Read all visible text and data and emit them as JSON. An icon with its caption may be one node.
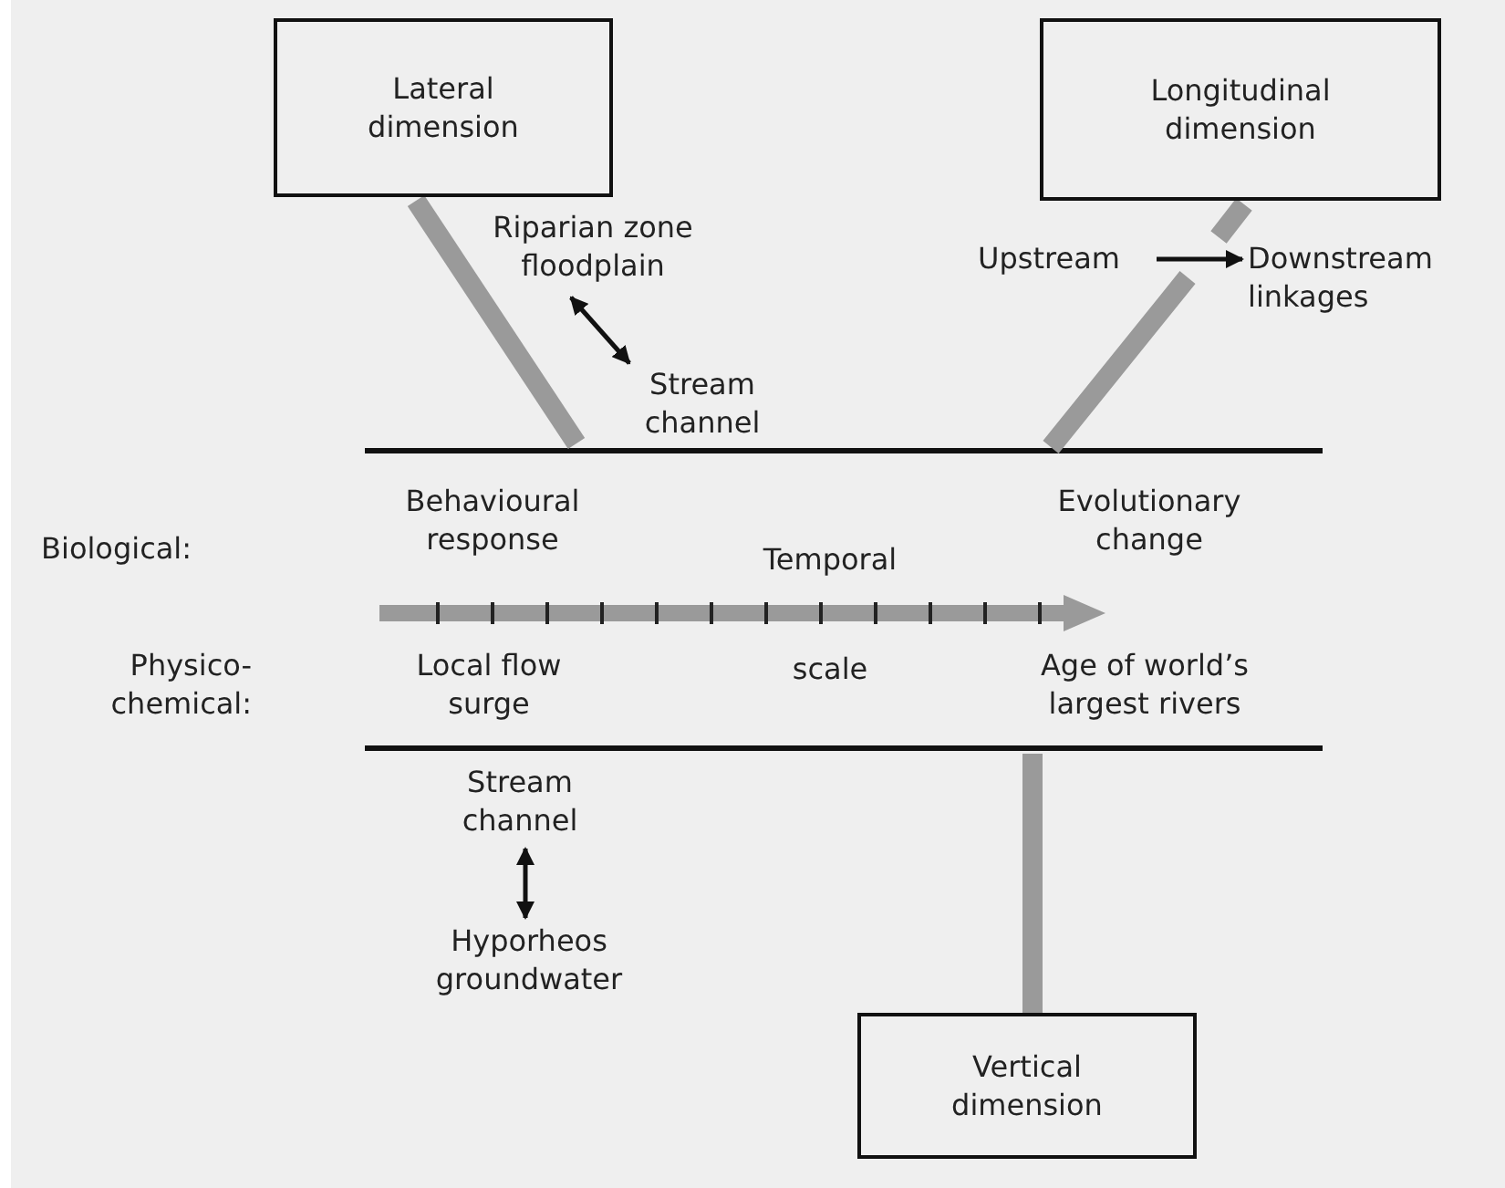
{
  "diagram": {
    "nodes": [
      {
        "text": [
          "Lateral dimension"
        ]
      },
      {
        "text": [
          "Longitudinal dimension"
        ]
      },
      {
        "text": [
          "Riparian zone floodplain"
        ]
      },
      {
        "text": [
          "Stream channel"
        ]
      },
      {
        "text": [
          "Upstream"
        ]
      },
      {
        "text": [
          "Downstream linkages"
        ]
      },
      {
        "text": [
          "Stream channel"
        ]
      },
      {
        "text": [
          "Hyporheos groundwater"
        ]
      },
      {
        "text": [
          "Vertical dimension"
        ]
      }
    ],
    "edges": [
      {
        "from": 0,
        "to": null,
        "arrow": "none",
        "style": "thick",
        "color": "#9a9a9a"
      },
      {
        "from": 1,
        "to": null,
        "arrow": "none",
        "style": "thick",
        "color": "#9a9a9a"
      },
      {
        "from": 2,
        "to": 3,
        "arrow": "both",
        "color": "#111111"
      },
      {
        "from": 4,
        "to": 5,
        "arrow": "to",
        "color": "#111111"
      },
      {
        "from": 6,
        "to": 7,
        "arrow": "both",
        "color": "#111111"
      },
      {
        "from": 8,
        "to": null,
        "arrow": "none",
        "style": "thick",
        "color": "#9a9a9a"
      }
    ],
    "labels": [
      "Behavioural response",
      "Evolutionary change",
      "Biological:",
      "Temporal",
      "Physico-chemical:",
      "Local flow surge",
      "scale",
      "Age of world’s largest rivers"
    ]
  }
}
